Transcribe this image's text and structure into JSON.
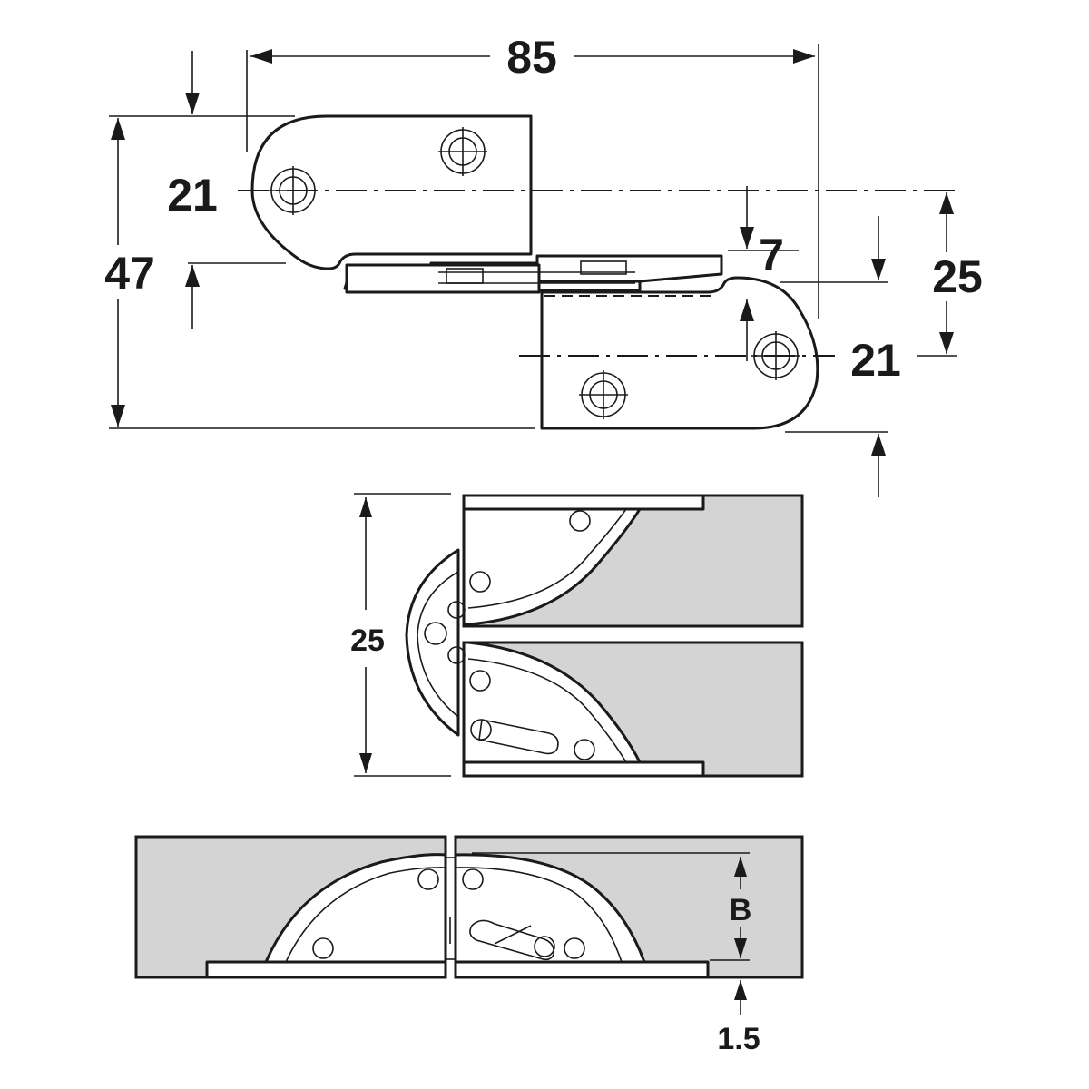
{
  "dimensions": {
    "overall_length": "85",
    "overall_height": "47",
    "hole_offset_top": "21",
    "hole_offset_bottom": "21",
    "plate_gap": "7",
    "hinge_thickness": "25",
    "side_view_thickness": "25",
    "recess_depth": "B",
    "inset": "1.5"
  },
  "colors": {
    "line": "#1a1a1a",
    "wood": "#d4d4d4",
    "background": "#ffffff"
  }
}
